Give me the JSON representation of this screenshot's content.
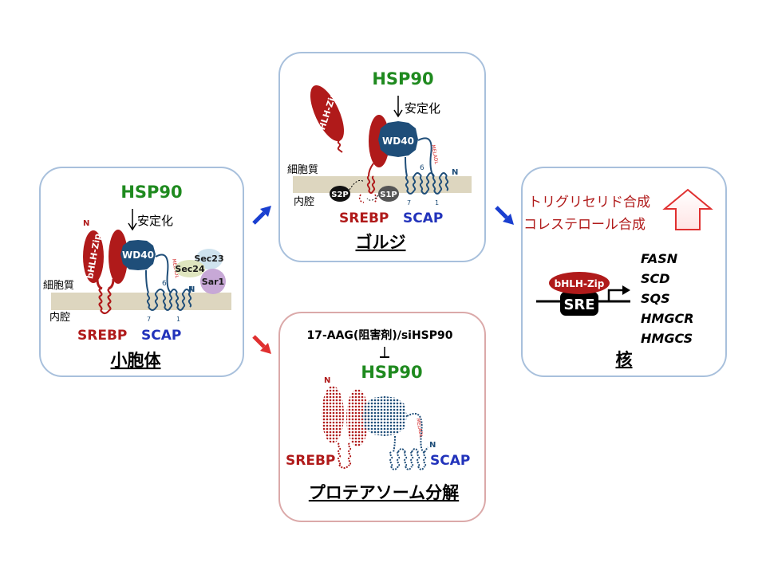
{
  "colors": {
    "hsp90": "#1f8a1f",
    "srebp": "#b01a1a",
    "scap": "#2233bb",
    "wd40": "#1f4e79",
    "membrane": "#ddd6bf",
    "panel_border_blue": "#a8c0dc",
    "panel_border_red": "#dba9a9",
    "arrow_blue": "#1a3fd0",
    "arrow_red": "#e03030",
    "nucleus_text": "#b01a1a",
    "sar1": "#c7a8d6",
    "sec23": "#cfe3ee",
    "sec24": "#dfe5bf"
  },
  "panels": {
    "er": {
      "title": "小胞体",
      "hsp90": "HSP90",
      "stabilize": "安定化",
      "cytoplasm": "細胞質",
      "lumen": "内腔",
      "srebp": "SREBP",
      "scap": "SCAP",
      "bhlh": "bHLH-Zip",
      "wd40": "WD40",
      "sec23": "Sec23",
      "sec24": "Sec24",
      "sar1": "Sar1",
      "n_srebp": "N",
      "n_scap": "N",
      "tm6": "6",
      "tm7": "7",
      "tm1": "1",
      "motif": "MELADL"
    },
    "golgi": {
      "title": "ゴルジ",
      "hsp90": "HSP90",
      "stabilize": "安定化",
      "cytoplasm": "細胞質",
      "lumen": "内腔",
      "srebp": "SREBP",
      "scap": "SCAP",
      "bhlh": "bHLH-Zip",
      "wd40": "WD40",
      "s2p": "S2P",
      "s1p": "S1P",
      "n_scap": "N",
      "tm6": "6",
      "tm7": "7",
      "tm1": "1",
      "motif": "MELADL"
    },
    "nucleus": {
      "title": "核",
      "line1": "トリグリセリド合成",
      "line2": "コレステロール合成",
      "bhlh": "bHLH-Zip",
      "sre": "SRE",
      "genes": [
        "FASN",
        "SCD",
        "SQS",
        "HMGCR",
        "HMGCS"
      ]
    },
    "proteasome": {
      "title": "プロテアソーム分解",
      "inhibitor": "17-AAG(阻害剤)/siHSP90",
      "hsp90": "HSP90",
      "srebp": "SREBP",
      "scap": "SCAP",
      "n_srebp": "N",
      "n_scap": "N",
      "motif": "MELADL"
    }
  }
}
